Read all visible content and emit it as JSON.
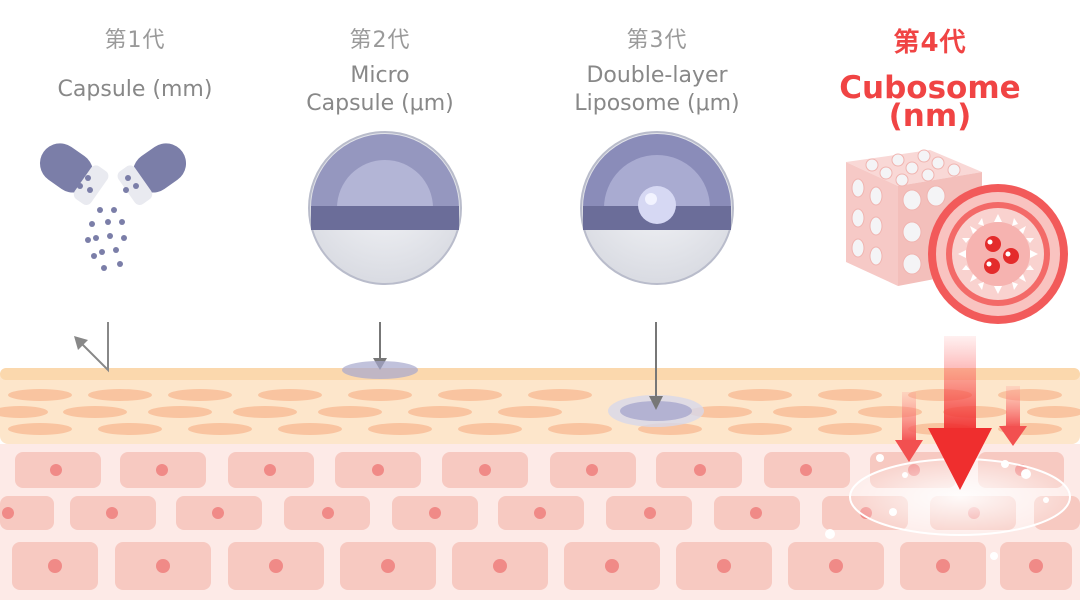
{
  "generations": [
    {
      "label": "第1代",
      "name_lines": [
        "Capsule (mm)"
      ]
    },
    {
      "label": "第2代",
      "name_lines": [
        "Micro",
        "Capsule (μm)"
      ]
    },
    {
      "label": "第3代",
      "name_lines": [
        "Double-layer",
        "Liposome (μm)"
      ]
    },
    {
      "label": "第4代",
      "name_lines": [
        "Cubosome (nm)"
      ]
    }
  ],
  "colors": {
    "highlight": "#f04444",
    "muted_text": "#9a9a9a",
    "capsule_purple": "#7b7ea8",
    "epidermis": "#fbe3c6",
    "dermis": "#fde9e6"
  }
}
